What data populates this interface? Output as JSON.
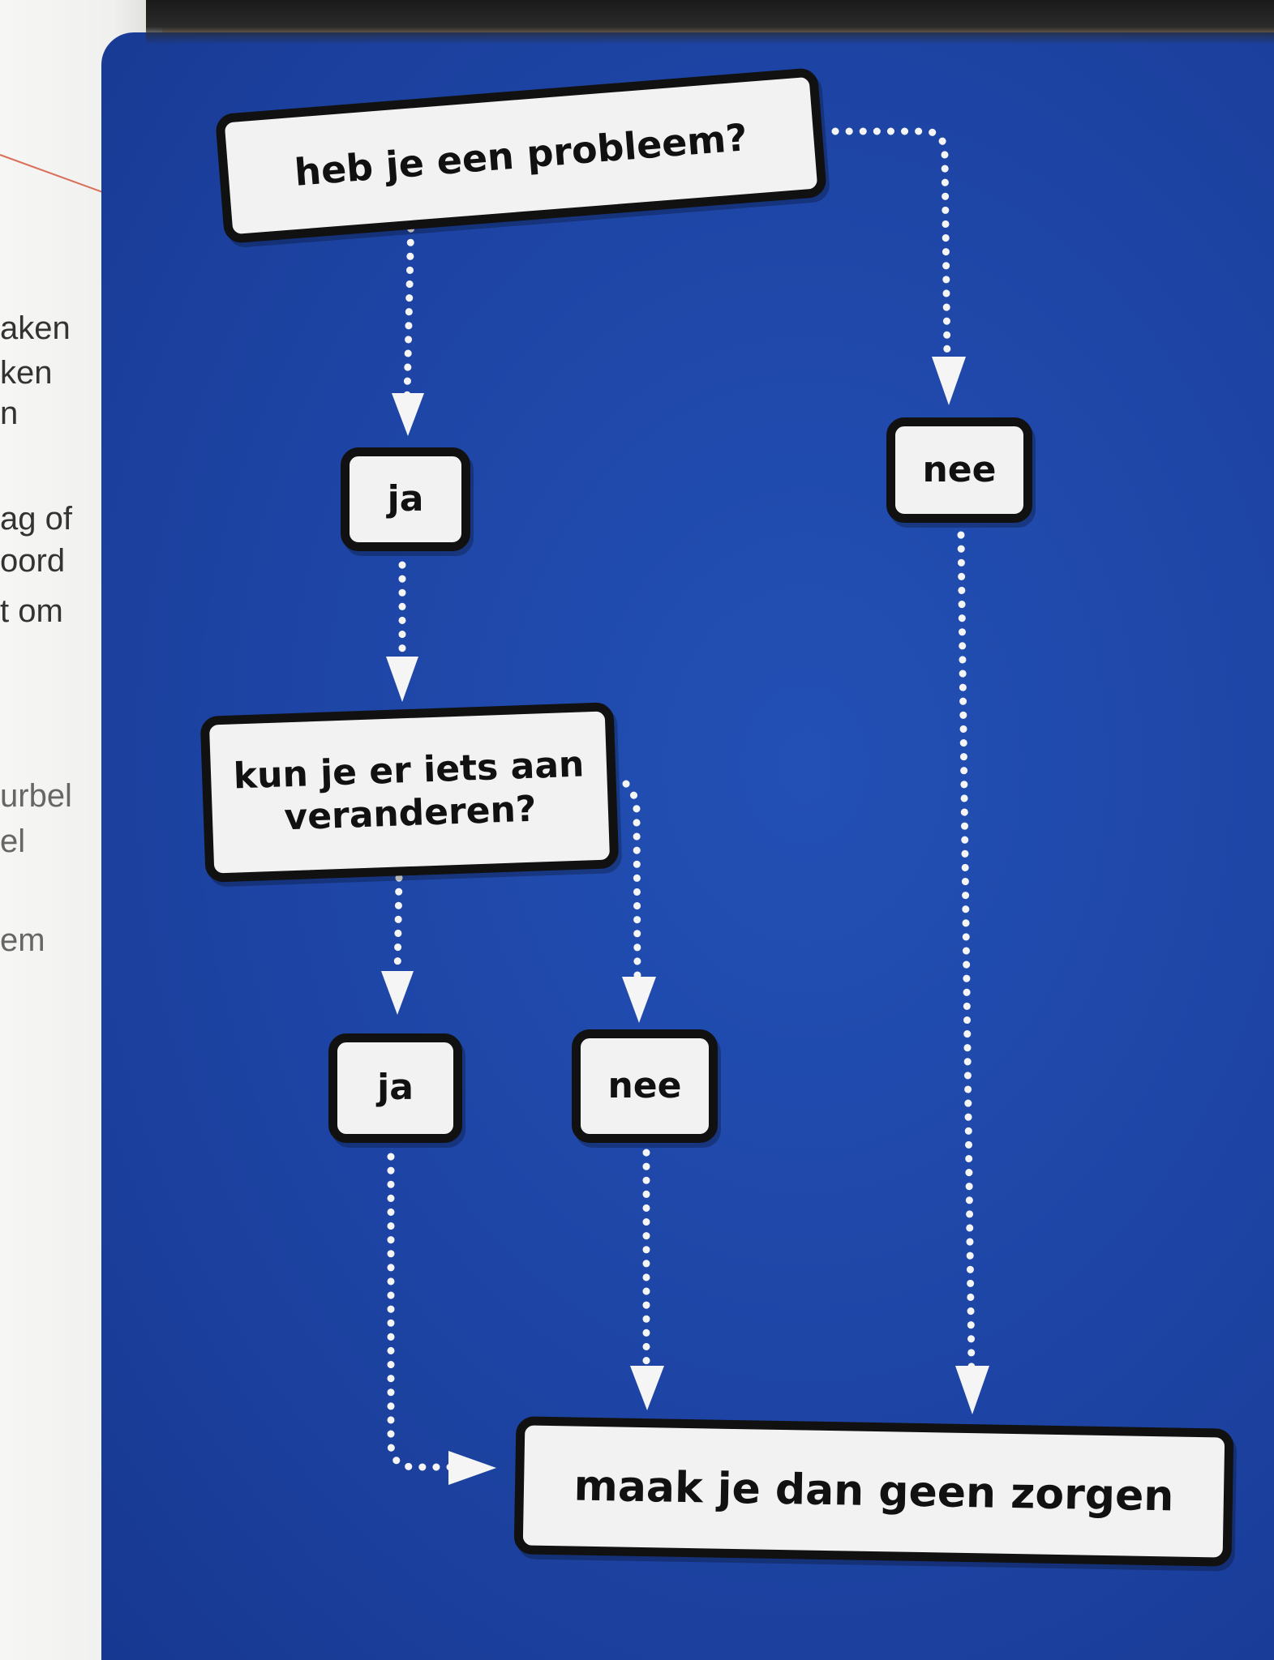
{
  "left_page": {
    "fragments": [
      "aken",
      "ken",
      "n",
      "ag of",
      "oord",
      "t om",
      "urbel",
      "el",
      "em"
    ]
  },
  "flowchart": {
    "question_1": "heb je een probleem?",
    "q1_yes": "ja",
    "q1_no": "nee",
    "question_2": "kun je er iets aan veranderen?",
    "q2_yes": "ja",
    "q2_no": "nee",
    "conclusion": "maak je dan geen zorgen"
  },
  "colors": {
    "page_blue": "#1d44a4",
    "box_fill": "#f2f2f2",
    "box_border": "#111111",
    "arrow": "#f5f5f5"
  }
}
